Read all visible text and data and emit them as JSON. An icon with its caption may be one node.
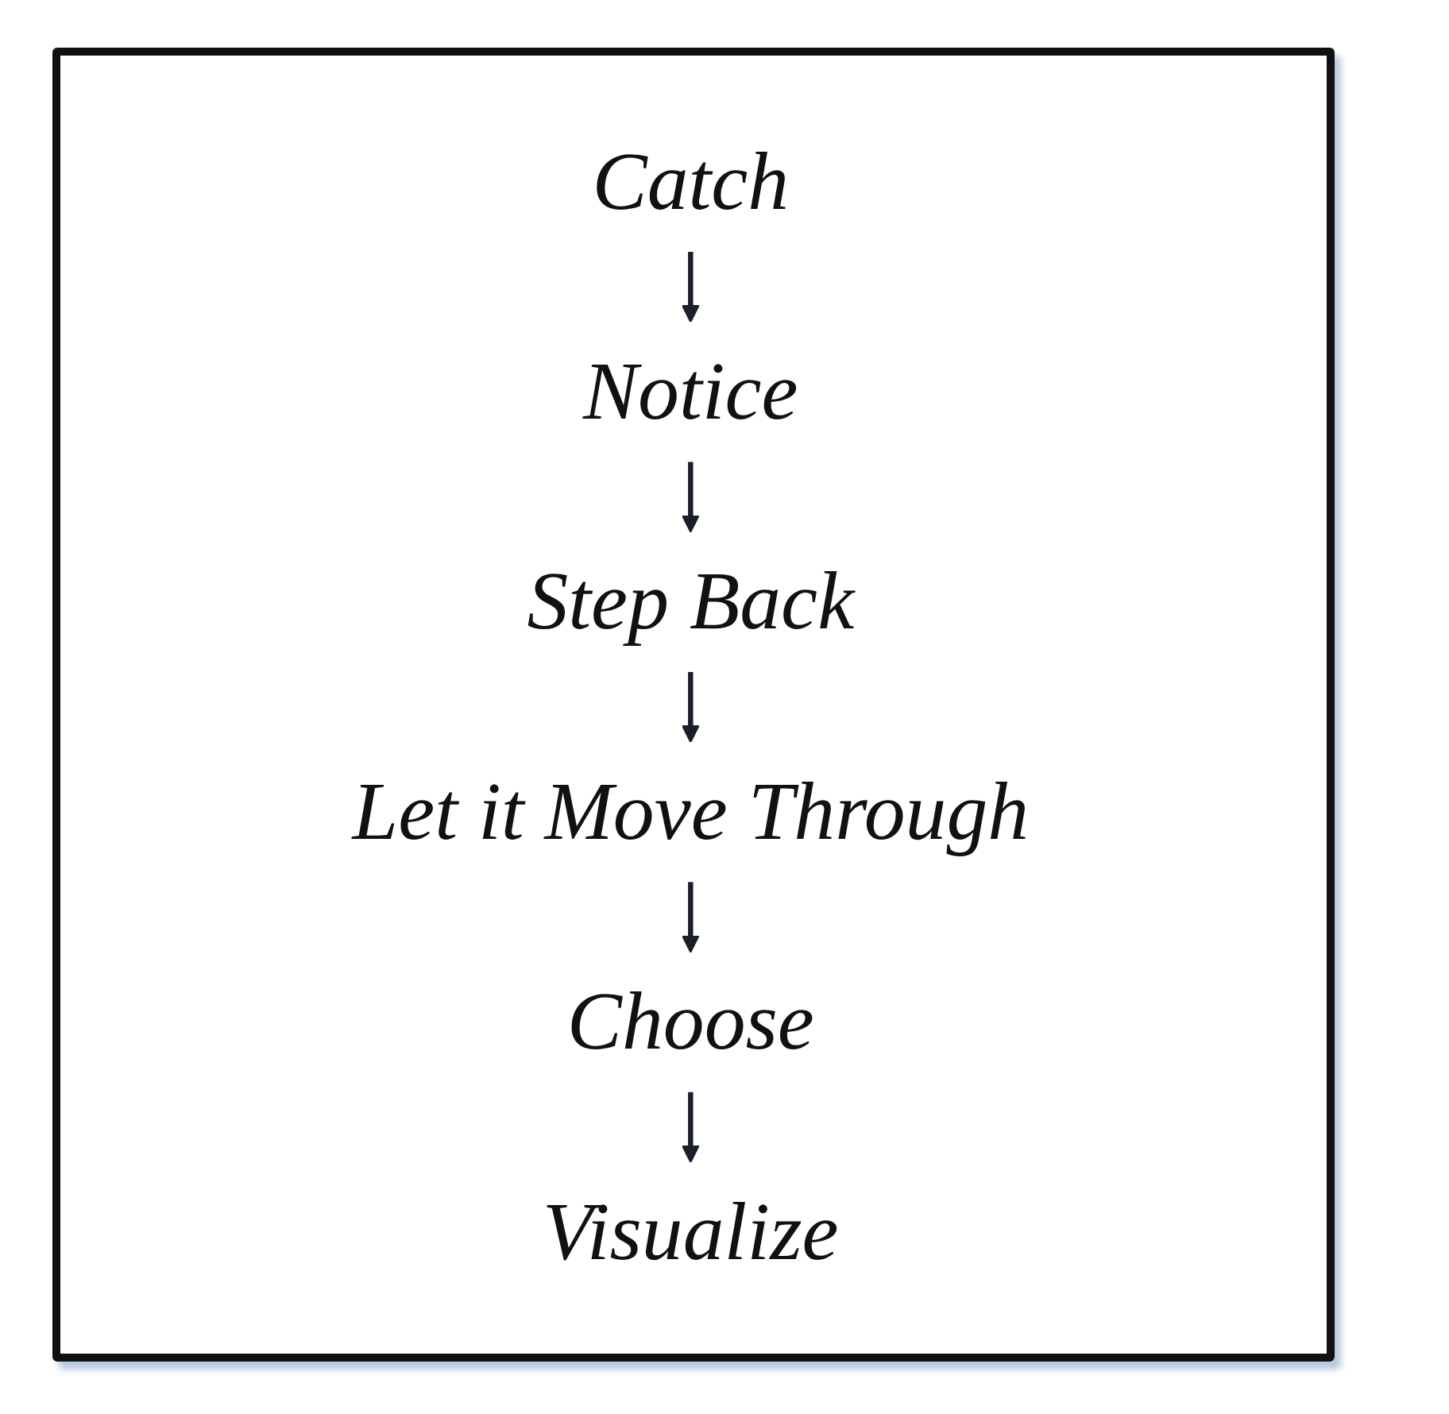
{
  "diagram": {
    "nodes": [
      {
        "text": [
          "Catch"
        ]
      },
      {
        "text": [
          "Notice"
        ]
      },
      {
        "text": [
          "Step Back"
        ]
      },
      {
        "text": [
          "Let it Move Through"
        ]
      },
      {
        "text": [
          "Choose"
        ]
      },
      {
        "text": [
          "Visualize"
        ]
      }
    ],
    "edges": [
      {
        "from": 0,
        "to": 1,
        "arrow": "to"
      },
      {
        "from": 1,
        "to": 2,
        "arrow": "to"
      },
      {
        "from": 2,
        "to": 3,
        "arrow": "to"
      },
      {
        "from": 3,
        "to": 4,
        "arrow": "to"
      },
      {
        "from": 4,
        "to": 5,
        "arrow": "to"
      }
    ]
  }
}
